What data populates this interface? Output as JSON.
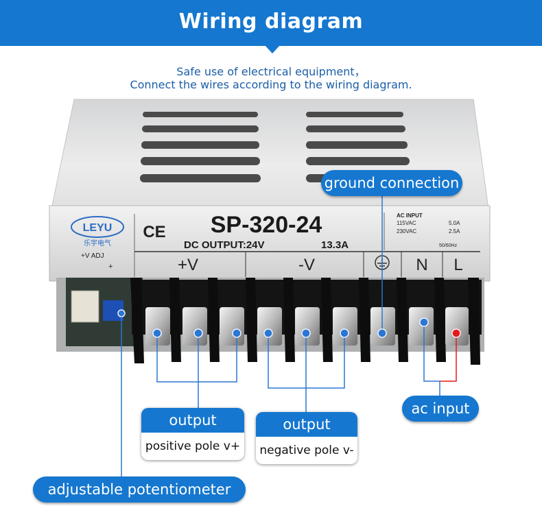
{
  "header": {
    "title": "Wiring diagram"
  },
  "intro": {
    "line1": "Safe use of electrical equipment，",
    "line2": "Connect the wires according to the wiring diagram."
  },
  "product": {
    "brand": "LEYU",
    "brand_cn": "乐宇电气",
    "ce_mark": "CE",
    "model": "SP-320-24",
    "dc_output": "DC OUTPUT:24V",
    "dc_current": "13.3A",
    "ac_spec": {
      "title": "AC INPUT",
      "row1_v": "115VAC",
      "row1_a": "5.0A",
      "row2_v": "230VAC",
      "row2_a": "2.5A",
      "freq": "50/60Hz"
    },
    "adj_label": "+V ADJ",
    "adj_plus": "+",
    "terminals": {
      "pos": "+V",
      "neg": "-V",
      "n": "N",
      "l": "L"
    }
  },
  "labels": {
    "ground": "ground connection",
    "ac_input": "ac input",
    "output_pos_title": "output",
    "output_pos_desc": "positive pole v+",
    "output_neg_title": "output",
    "output_neg_desc": "negative pole v-",
    "potentiometer": "adjustable potentiometer"
  },
  "colors": {
    "accent": "#1577cf",
    "line_blue": "#2a76d2",
    "line_red": "#e21b1b"
  }
}
